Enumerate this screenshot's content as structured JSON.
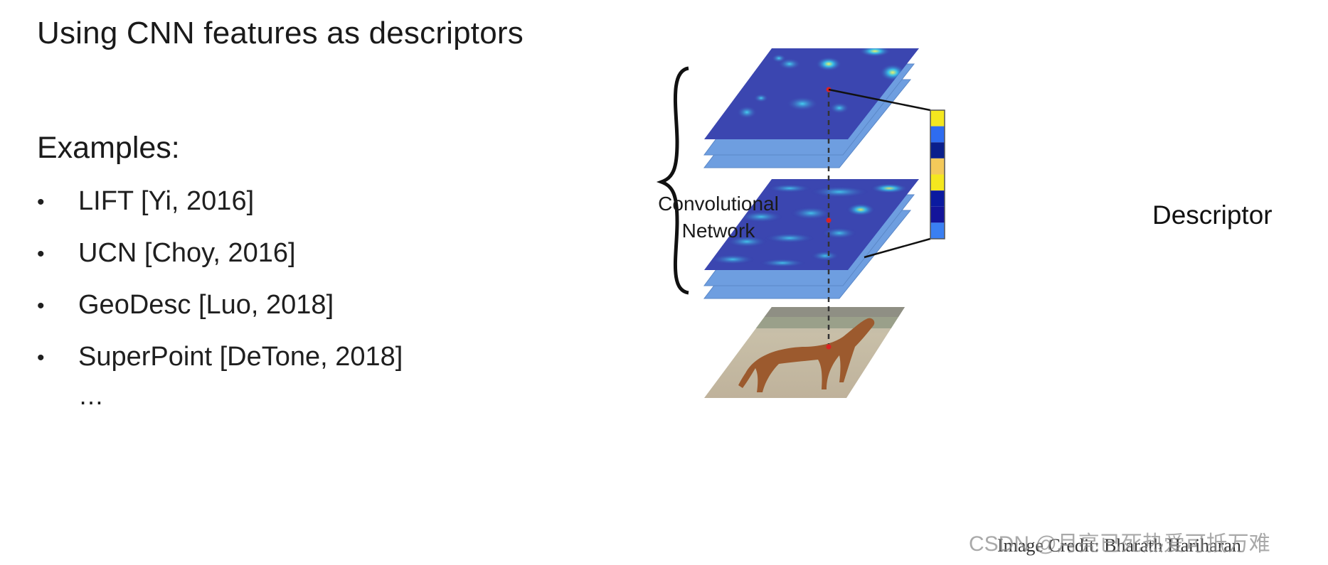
{
  "slide": {
    "title": "Using CNN features as descriptors",
    "examples_heading": "Examples:",
    "examples": [
      "LIFT [Yi, 2016]",
      "UCN [Choy, 2016]",
      "GeoDesc [Luo, 2018]",
      "SuperPoint [DeTone, 2018]"
    ],
    "ellipsis": "…"
  },
  "figure": {
    "conv_label_line1": "Convolutional",
    "conv_label_line2": "Network",
    "descriptor_label": "Descriptor",
    "credit": "Image Credit: Bharath Hariharan",
    "watermark": "CSDN @月亮已死热爱可抵万难"
  },
  "colors": {
    "layer_fill": "#6e9ee0",
    "heatmap_base": "#3b46b0",
    "heatmap_hot": "#e4e24a",
    "descriptor_cells": [
      "#f4e71f",
      "#2e6cf0",
      "#0a1f8c",
      "#f3c95a",
      "#f4e71f",
      "#0b1aa0",
      "#13149a",
      "#3a7ff2"
    ]
  }
}
